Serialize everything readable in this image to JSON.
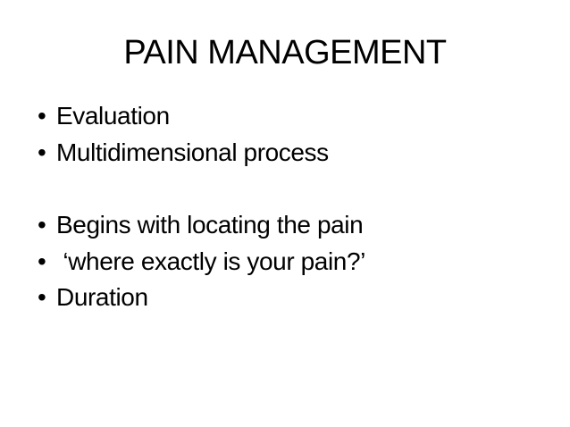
{
  "slide": {
    "title": "PAIN MANAGEMENT",
    "bullet_glyph": "•",
    "bullets": [
      {
        "text": "Evaluation"
      },
      {
        "text": "Multidimensional process"
      },
      {
        "text": "Begins with locating the pain"
      },
      {
        "text": " ‘where exactly is your pain?’"
      },
      {
        "text": "Duration"
      }
    ],
    "colors": {
      "background": "#ffffff",
      "text": "#000000"
    }
  }
}
